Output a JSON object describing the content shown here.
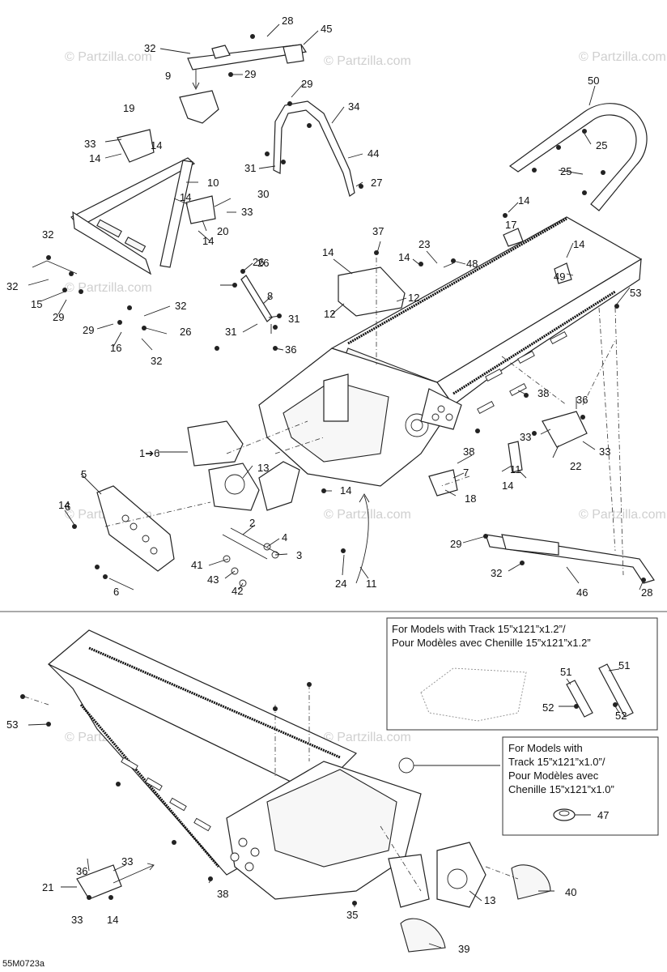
{
  "diagram": {
    "catalog_code": "55M0723a",
    "watermark_text": "© Partzilla.com",
    "callouts_top": [
      "28",
      "45",
      "32",
      "9",
      "29",
      "19",
      "29",
      "34",
      "33",
      "14",
      "14",
      "10",
      "31",
      "44",
      "30",
      "27",
      "50",
      "25",
      "25",
      "14",
      "14",
      "33",
      "20",
      "14",
      "37",
      "23",
      "14",
      "48",
      "17",
      "14",
      "26",
      "32",
      "26",
      "14",
      "12",
      "49",
      "53",
      "32",
      "15",
      "29",
      "8",
      "12",
      "29",
      "31",
      "31",
      "16",
      "32",
      "36",
      "26",
      "32",
      "1➔6",
      "36",
      "38",
      "13",
      "33",
      "22",
      "33",
      "5",
      "38",
      "14",
      "7",
      "11",
      "14",
      "6",
      "14",
      "18",
      "2",
      "4",
      "3",
      "41",
      "43",
      "42",
      "24",
      "11",
      "29",
      "32",
      "46",
      "28",
      "6"
    ],
    "callouts_bottom": [
      "51",
      "51",
      "52",
      "52",
      "53",
      "47",
      "36",
      "33",
      "21",
      "33",
      "14",
      "38",
      "35",
      "13",
      "40",
      "39"
    ],
    "note_1": {
      "line1": "For Models with Track 15”x121”x1.2”/",
      "line2": "Pour Modèles avec Chenille 15”x121”x1.2”"
    },
    "note_2": {
      "line1": "For Models with",
      "line2": "Track 15”x121”x1.0”/",
      "line3": "Pour Modèles avec",
      "line4": "Chenille 15”x121”x1.0”"
    }
  }
}
